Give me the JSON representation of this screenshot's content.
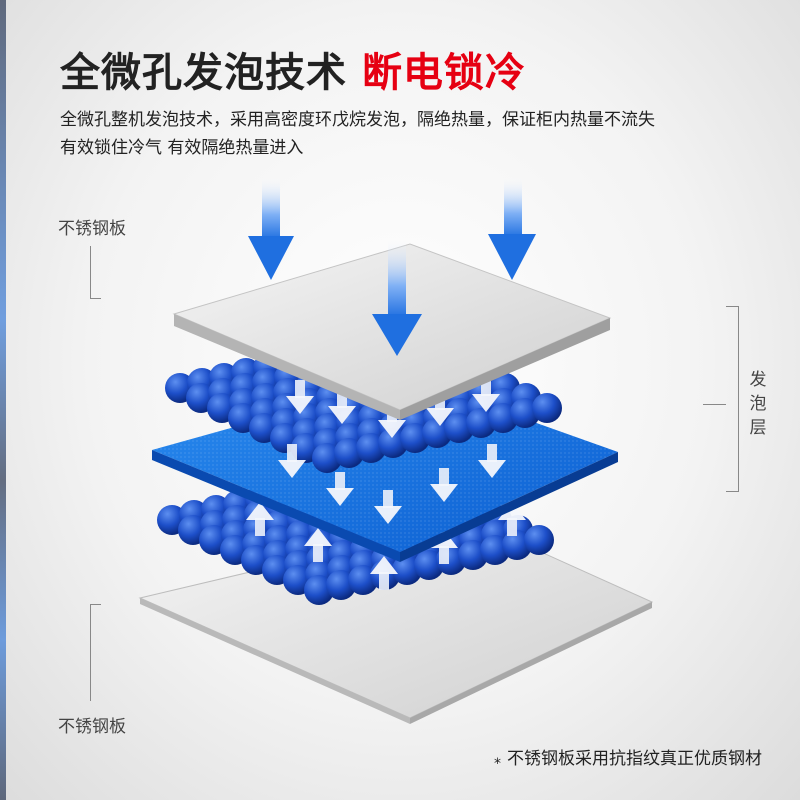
{
  "headline": {
    "main": "全微孔发泡技术",
    "highlight": "断电锁冷"
  },
  "description": {
    "line1": "全微孔整机发泡技术，采用高密度环戊烷发泡，隔绝热量，保证柜内热量不流失",
    "line2": "有效锁住冷气 有效隔绝热量进入"
  },
  "labels": {
    "top_steel": "不锈钢板",
    "bottom_steel": "不锈钢板",
    "foam_layer": "发泡层"
  },
  "footnote": {
    "star": "*",
    "text": "不锈钢板采用抗指纹真正优质钢材"
  },
  "colors": {
    "accent": "#e60012",
    "foam": "#1d4fc9",
    "arrow": "#1f6fe0"
  }
}
